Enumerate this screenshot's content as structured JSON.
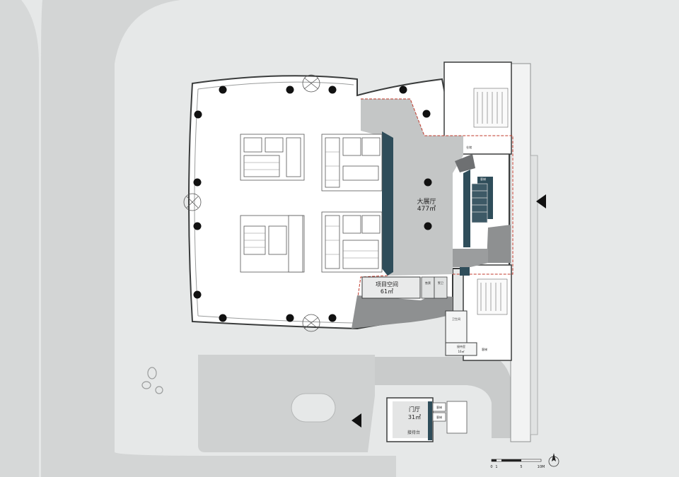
{
  "rooms": {
    "hall": {
      "name": "大展厅",
      "area": "477㎡"
    },
    "project": {
      "name": "项目空间",
      "area": "61㎡"
    },
    "lobby": {
      "name": "门厅",
      "area": "31㎡"
    }
  },
  "small_labels": {
    "reception": "接待台",
    "toilet": "卫生间",
    "storage": "仓储",
    "reception_room": "接待室",
    "reception_room_area": "16㎡",
    "ticket": "售票",
    "guard": "警卫",
    "elevator": "客梯"
  },
  "scale_bar": {
    "ticks": [
      "0",
      "1",
      "5",
      "10M"
    ]
  },
  "colors": {
    "site": "#e6e8e8",
    "road": "#d3d5d5",
    "slab": "#ffffff",
    "exhibit_floor": "#c4c6c6",
    "dark_floor": "#8e9091",
    "teal_panel": "#2f4d5a",
    "boundary_red": "#c0392b"
  }
}
